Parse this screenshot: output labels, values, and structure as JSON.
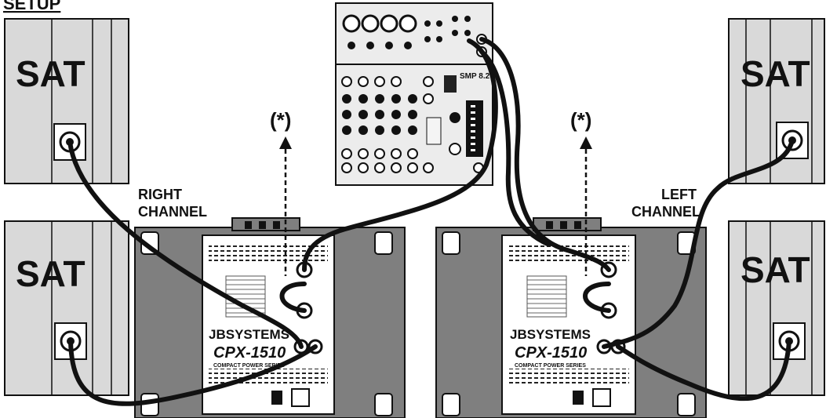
{
  "header": {
    "title": "SETUP"
  },
  "speakers": {
    "sat_label": "SAT"
  },
  "channels": {
    "right": [
      "RIGHT",
      "CHANNEL"
    ],
    "left": [
      "LEFT",
      "CHANNEL"
    ]
  },
  "amps": {
    "brand": "JBSYSTEMS",
    "model": "CPX-1510",
    "series": "COMPACT POWER SERIES"
  },
  "annotation": {
    "asterisk": "(*)"
  },
  "mixer": {
    "model_text": "SMP 8.2"
  },
  "colors": {
    "line": "#111111",
    "cabinet": "#7f7f7f",
    "panel": "#ffffff",
    "speaker": "#d9d9d9",
    "mixer": "#ececec"
  },
  "icons": [
    "speaker-jack-icon",
    "xlr-connector-icon",
    "speakon-connector-icon",
    "mixer-knob-icon",
    "arrow-up-icon"
  ]
}
